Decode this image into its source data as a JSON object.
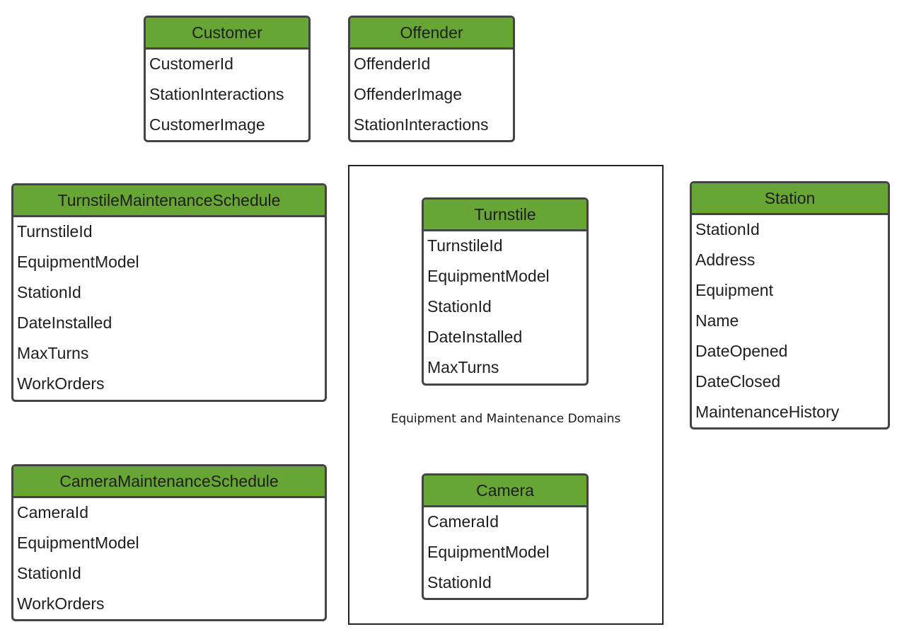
{
  "domain_label": "Equipment and Maintenance Domains",
  "colors": {
    "header_fill": "#67a534",
    "border": "#444444",
    "text": "#1e1e1e"
  },
  "entities": {
    "customer": {
      "title": "Customer",
      "fields": [
        "CustomerId",
        "StationInteractions",
        "CustomerImage"
      ]
    },
    "offender": {
      "title": "Offender",
      "fields": [
        "OffenderId",
        "OffenderImage",
        "StationInteractions"
      ]
    },
    "turnstile_maintenance_schedule": {
      "title": "TurnstileMaintenanceSchedule",
      "fields": [
        "TurnstileId",
        "EquipmentModel",
        "StationId",
        "DateInstalled",
        "MaxTurns",
        "WorkOrders"
      ]
    },
    "turnstile": {
      "title": "Turnstile",
      "fields": [
        "TurnstileId",
        "EquipmentModel",
        "StationId",
        "DateInstalled",
        "MaxTurns"
      ]
    },
    "station": {
      "title": "Station",
      "fields": [
        "StationId",
        "Address",
        "Equipment",
        "Name",
        "DateOpened",
        "DateClosed",
        "MaintenanceHistory"
      ]
    },
    "camera_maintenance_schedule": {
      "title": "CameraMaintenanceSchedule",
      "fields": [
        "CameraId",
        "EquipmentModel",
        "StationId",
        "WorkOrders"
      ]
    },
    "camera": {
      "title": "Camera",
      "fields": [
        "CameraId",
        "EquipmentModel",
        "StationId"
      ]
    }
  }
}
